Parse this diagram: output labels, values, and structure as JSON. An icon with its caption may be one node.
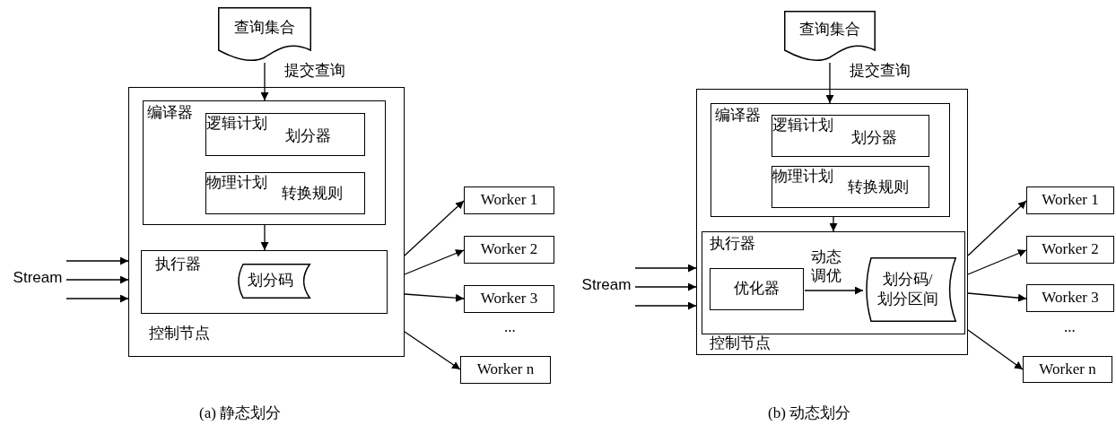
{
  "diagram": {
    "nodes": [
      {
        "text": [
          "查询集合"
        ]
      },
      {
        "text": [
          "控制节点"
        ]
      },
      {
        "text": [
          "编译器"
        ],
        "in": 1
      },
      {
        "text": [
          "逻辑计划",
          "划分器"
        ],
        "in": 2
      },
      {
        "text": [
          "物理计划",
          "转换规则"
        ],
        "in": 2
      },
      {
        "text": [
          "执行器"
        ],
        "in": 1
      },
      {
        "text": [
          "划分码"
        ],
        "in": 5
      },
      {
        "text": [
          "Stream"
        ]
      },
      {
        "text": [
          "Worker 1"
        ]
      },
      {
        "text": [
          "Worker 2"
        ]
      },
      {
        "text": [
          "Worker 3"
        ]
      },
      {
        "text": [
          "Worker n"
        ]
      },
      {
        "text": [
          "查询集合"
        ]
      },
      {
        "text": [
          "控制节点"
        ]
      },
      {
        "text": [
          "编译器"
        ],
        "in": 13
      },
      {
        "text": [
          "逻辑计划",
          "划分器"
        ],
        "in": 14
      },
      {
        "text": [
          "物理计划",
          "转换规则"
        ],
        "in": 14
      },
      {
        "text": [
          "执行器"
        ],
        "in": 13
      },
      {
        "text": [
          "优化器"
        ],
        "in": 17
      },
      {
        "text": [
          "划分码/划分区间"
        ],
        "in": 17
      },
      {
        "text": [
          "Stream"
        ]
      },
      {
        "text": [
          "Worker 1"
        ]
      },
      {
        "text": [
          "Worker 2"
        ]
      },
      {
        "text": [
          "Worker 3"
        ]
      },
      {
        "text": [
          "Worker n"
        ]
      }
    ],
    "edges": [
      {
        "from": 0,
        "to": 2,
        "arrow": "to",
        "label": "提交查询"
      },
      {
        "from": 2,
        "to": 5,
        "arrow": "to"
      },
      {
        "from": 7,
        "to": 1,
        "arrow": "to"
      },
      {
        "from": 7,
        "to": 1,
        "arrow": "to"
      },
      {
        "from": 7,
        "to": 1,
        "arrow": "to"
      },
      {
        "from": 1,
        "to": 8,
        "arrow": "to"
      },
      {
        "from": 1,
        "to": 9,
        "arrow": "to"
      },
      {
        "from": 1,
        "to": 10,
        "arrow": "to"
      },
      {
        "from": 1,
        "to": 11,
        "arrow": "to"
      },
      {
        "from": 12,
        "to": 14,
        "arrow": "to",
        "label": "提交查询"
      },
      {
        "from": 14,
        "to": 17,
        "arrow": "to"
      },
      {
        "from": 20,
        "to": 13,
        "arrow": "to"
      },
      {
        "from": 20,
        "to": 13,
        "arrow": "to"
      },
      {
        "from": 20,
        "to": 13,
        "arrow": "to"
      },
      {
        "from": 18,
        "to": 19,
        "arrow": "to",
        "label": "动态调优"
      },
      {
        "from": 13,
        "to": 21,
        "arrow": "to"
      },
      {
        "from": 13,
        "to": 22,
        "arrow": "to"
      },
      {
        "from": 13,
        "to": 23,
        "arrow": "to"
      },
      {
        "from": 13,
        "to": 24,
        "arrow": "to"
      }
    ],
    "labels": [
      "...",
      "(a) 静态划分",
      "...",
      "(b) 动态划分"
    ]
  }
}
